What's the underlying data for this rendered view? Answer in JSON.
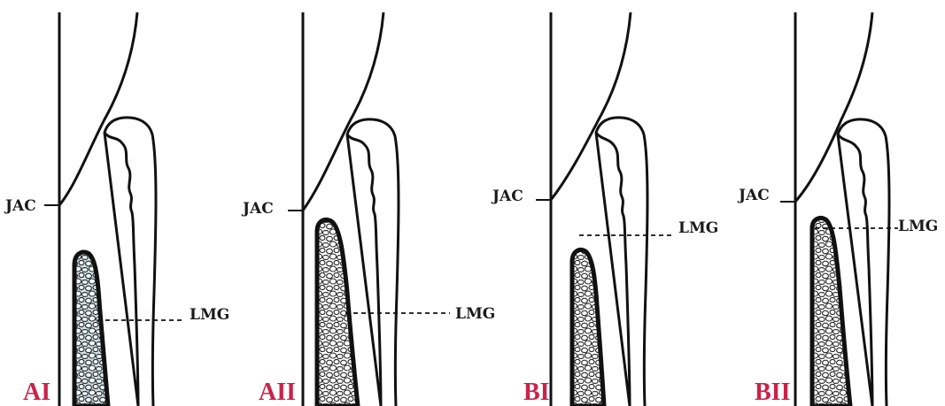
{
  "labels": {
    "cej": "JAC",
    "lmg": "LMG"
  },
  "panels": [
    {
      "id": "AI",
      "label": "AI"
    },
    {
      "id": "AII",
      "label": "AII"
    },
    {
      "id": "BI",
      "label": "BI"
    },
    {
      "id": "BII",
      "label": "BII"
    }
  ],
  "colors": {
    "line": "#111111",
    "panel_label": "#c8234b",
    "bone_fill": "#ffffff",
    "bone_fill_AI": "#cfe1e6"
  }
}
